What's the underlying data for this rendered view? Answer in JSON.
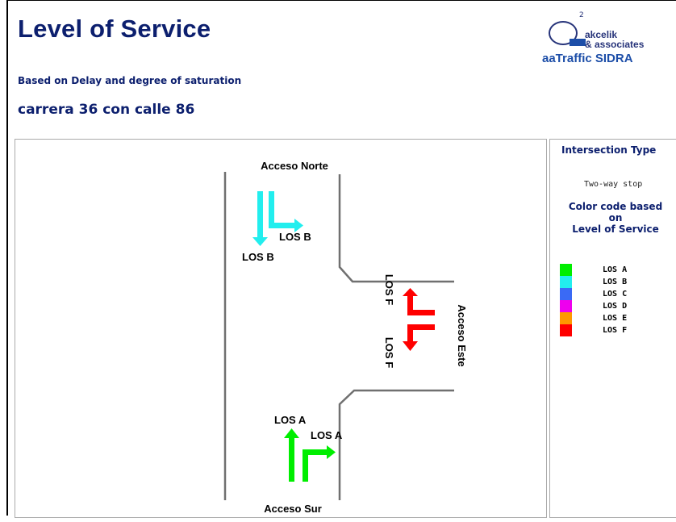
{
  "header": {
    "title": "Level of Service",
    "subtitle": "Based on Delay and degree of saturation",
    "site": "carrera 36 con calle 86"
  },
  "logo": {
    "superscript": "2",
    "line1": "akcelik",
    "line2": "& associates",
    "brand": "aaTraffic SIDRA"
  },
  "diagram": {
    "approaches": {
      "north": "Acceso Norte",
      "east": "Acceso Este",
      "south": "Acceso Sur"
    },
    "movements": {
      "north_right": "LOS B",
      "north_through": "LOS B",
      "east_left": "LOS F",
      "east_right": "LOS F",
      "south_through": "LOS A",
      "south_right": "LOS A"
    }
  },
  "legend": {
    "title": "Intersection Type",
    "type": "Two-way stop",
    "code_line1": "Color code based",
    "code_line2": "on",
    "code_line3": "Level of Service",
    "items": [
      {
        "label": "LOS A",
        "color": "#00ee00"
      },
      {
        "label": "LOS B",
        "color": "#22eeee"
      },
      {
        "label": "LOS C",
        "color": "#3a6af5"
      },
      {
        "label": "LOS D",
        "color": "#ee00ee"
      },
      {
        "label": "LOS E",
        "color": "#ff9900"
      },
      {
        "label": "LOS F",
        "color": "#ff0000"
      }
    ]
  }
}
